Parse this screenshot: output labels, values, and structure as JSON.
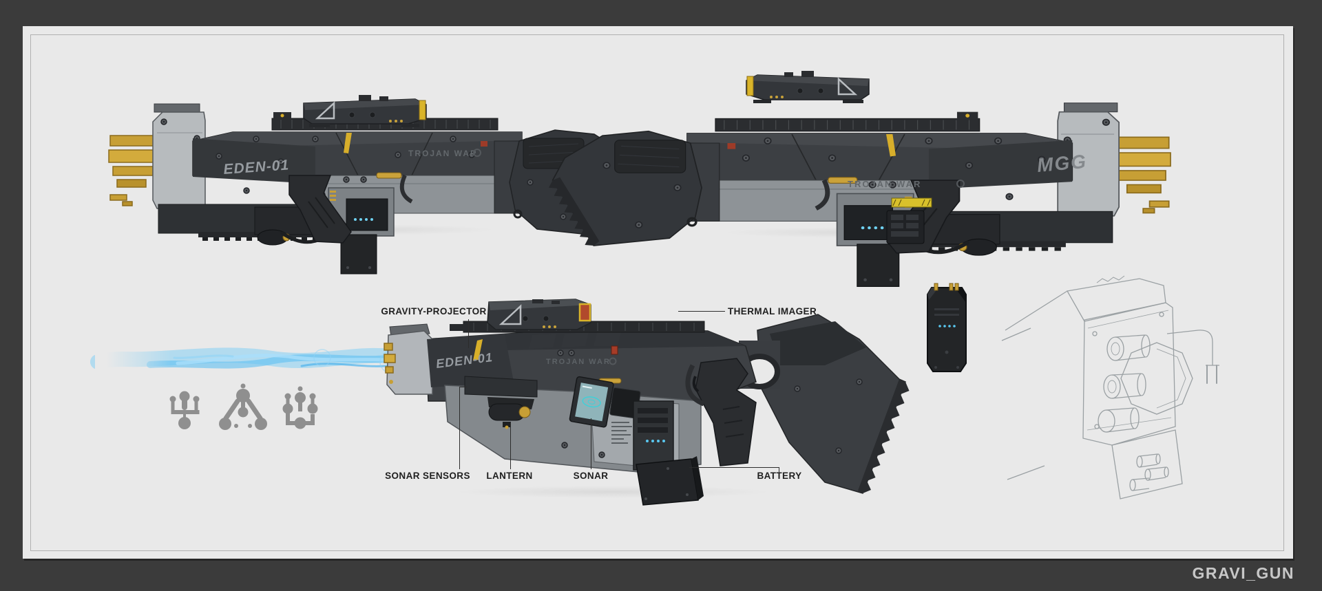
{
  "frame": {
    "signature": "GRAVI_GUN"
  },
  "weapon": {
    "serial": "EDEN-01",
    "slogan": "TROJAN WAR",
    "model": "MGG"
  },
  "views": {
    "top_left": "left-side-view",
    "top_right": "right-side-view",
    "bottom": "annotated-three-quarter-view",
    "accessories": [
      "detached-thermal-imager-scope",
      "spare-battery"
    ],
    "sketch": "muzzle-mechanism-pencil-sketch"
  },
  "callouts": {
    "gravity_projector": "GRAVITY-PROJECTOR",
    "thermal_imager": "THERMAL IMAGER",
    "sonar_sensors": "SONAR SENSORS",
    "lantern": "LANTERN",
    "sonar": "SONAR",
    "battery": "BATTERY"
  },
  "icons": [
    "attachment-node-icon-a",
    "attachment-node-icon-b",
    "attachment-node-icon-c"
  ],
  "palette": {
    "frame": "#3b3b3b",
    "canvas": "#e9e9e9",
    "gun_dark": "#34373b",
    "gun_light": "#b4b8bc",
    "gold": "#c79f35",
    "accent_yellow": "#d9b42a",
    "lens_red": "#b14a2c",
    "led_blue": "#59c8f0",
    "beam_blue": "#6fc7f5",
    "icon_gray": "#8f8f8f",
    "label_ink": "#1f1f1f",
    "signature_gray": "#c7c7c7"
  }
}
